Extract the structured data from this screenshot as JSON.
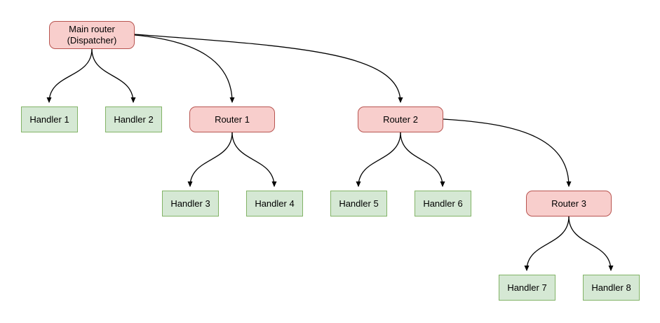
{
  "diagram": {
    "type": "flow-tree",
    "description": "Router dispatch hierarchy diagram"
  },
  "colors": {
    "router_fill": "#f8cecc",
    "router_border": "#b85450",
    "handler_fill": "#d5e8d4",
    "handler_border": "#82b366",
    "edge_stroke": "#000000",
    "background": "#ffffff",
    "text": "#000000"
  },
  "nodes": {
    "main_router": {
      "type": "router",
      "line1": "Main router",
      "line2": "(Dispatcher)"
    },
    "router_1": {
      "type": "router",
      "label": "Router 1"
    },
    "router_2": {
      "type": "router",
      "label": "Router 2"
    },
    "router_3": {
      "type": "router",
      "label": "Router 3"
    },
    "handler_1": {
      "type": "handler",
      "label": "Handler 1"
    },
    "handler_2": {
      "type": "handler",
      "label": "Handler 2"
    },
    "handler_3": {
      "type": "handler",
      "label": "Handler 3"
    },
    "handler_4": {
      "type": "handler",
      "label": "Handler 4"
    },
    "handler_5": {
      "type": "handler",
      "label": "Handler 5"
    },
    "handler_6": {
      "type": "handler",
      "label": "Handler 6"
    },
    "handler_7": {
      "type": "handler",
      "label": "Handler 7"
    },
    "handler_8": {
      "type": "handler",
      "label": "Handler 8"
    }
  },
  "edges": [
    {
      "from": "main_router",
      "to": "handler_1"
    },
    {
      "from": "main_router",
      "to": "handler_2"
    },
    {
      "from": "main_router",
      "to": "router_1"
    },
    {
      "from": "main_router",
      "to": "router_2"
    },
    {
      "from": "router_1",
      "to": "handler_3"
    },
    {
      "from": "router_1",
      "to": "handler_4"
    },
    {
      "from": "router_2",
      "to": "handler_5"
    },
    {
      "from": "router_2",
      "to": "handler_6"
    },
    {
      "from": "router_2",
      "to": "router_3"
    },
    {
      "from": "router_3",
      "to": "handler_7"
    },
    {
      "from": "router_3",
      "to": "handler_8"
    }
  ]
}
